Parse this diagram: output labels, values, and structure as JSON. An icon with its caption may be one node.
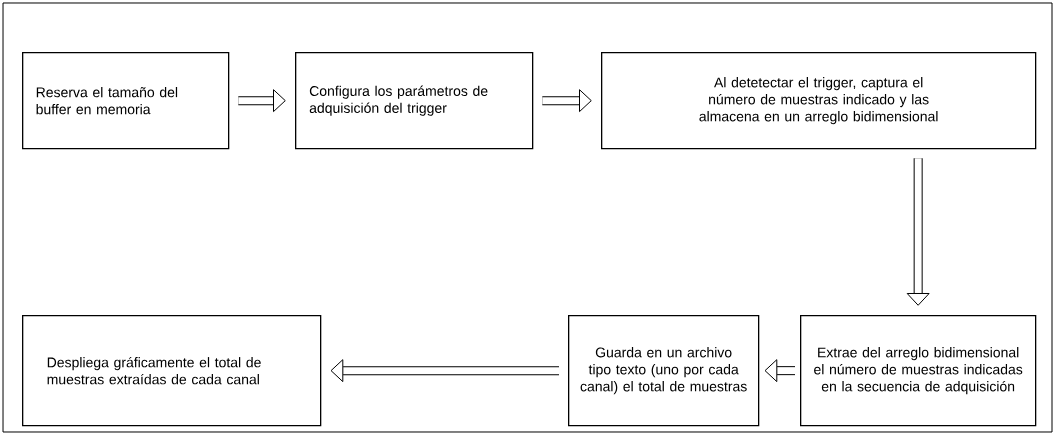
{
  "diagram": {
    "nodes": [
      {
        "text": [
          "Reserva el tamaño del buffer en memoria"
        ]
      },
      {
        "text": [
          "Configura los parámetros de adquisición del trigger"
        ]
      },
      {
        "text": [
          "Al detetectar el trigger, captura el número de muestras indicado y las almacena en un arreglo bidimensional"
        ]
      },
      {
        "text": [
          "Despliega gráficamente el total de muestras extraídas de cada canal"
        ]
      },
      {
        "text": [
          "Guarda en un archivo tipo texto (uno por cada canal) el total de muestras"
        ]
      },
      {
        "text": [
          "Extrae del arreglo bidimensional el número de muestras indicadas en la secuencia de adquisición"
        ]
      }
    ],
    "edges": [
      {
        "from": 0,
        "to": 1,
        "arrow": "to"
      },
      {
        "from": 1,
        "to": 2,
        "arrow": "to"
      },
      {
        "from": 2,
        "to": 5,
        "arrow": "to"
      },
      {
        "from": 5,
        "to": 4,
        "arrow": "to"
      },
      {
        "from": 4,
        "to": 3,
        "arrow": "to"
      }
    ]
  }
}
